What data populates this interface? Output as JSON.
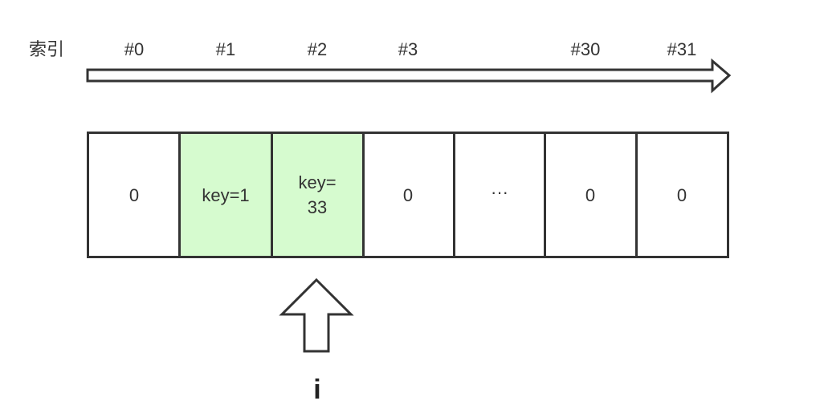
{
  "index_row": {
    "label": "索引",
    "indices": [
      "#0",
      "#1",
      "#2",
      "#3",
      "#30",
      "#31"
    ]
  },
  "array_cells": [
    {
      "lines": [
        "0"
      ],
      "highlighted": false
    },
    {
      "lines": [
        "key=1"
      ],
      "highlighted": true
    },
    {
      "lines": [
        "key=",
        "33"
      ],
      "highlighted": true
    },
    {
      "lines": [
        "0"
      ],
      "highlighted": false
    },
    {
      "lines": [
        "···"
      ],
      "highlighted": false
    },
    {
      "lines": [
        "0"
      ],
      "highlighted": false
    },
    {
      "lines": [
        "0"
      ],
      "highlighted": false
    }
  ],
  "pointer": {
    "label": "i",
    "points_to_cell": 2
  },
  "colors": {
    "highlight_fill": "#d6fbcf",
    "stroke": "#333333",
    "text": "#333333"
  },
  "icons": {
    "index_direction": "right-arrow-icon",
    "pointer": "up-arrow-icon"
  }
}
